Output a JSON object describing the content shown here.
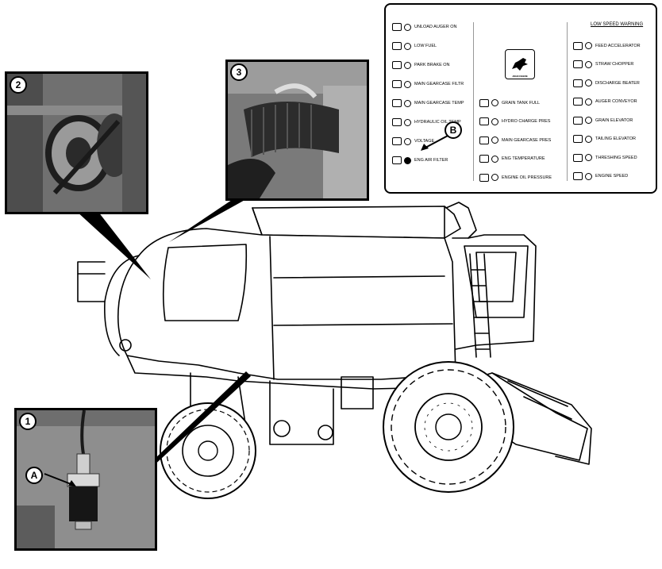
{
  "callouts": {
    "photo1": "1",
    "photo2": "2",
    "photo3": "3",
    "A": "A",
    "B": "B"
  },
  "panel": {
    "left_items": [
      {
        "label": "UNLOAD AUGER ON",
        "icon": "auger-icon",
        "lit": false
      },
      {
        "label": "LOW FUEL",
        "icon": "fuel-pump-icon",
        "lit": false
      },
      {
        "label": "PARK BRAKE ON",
        "icon": "park-brake-icon",
        "lit": false
      },
      {
        "label": "MAIN GEARCASE FILTR",
        "icon": "gearcase-filter-icon",
        "lit": false
      },
      {
        "label": "MAIN GEARCASE TEMP",
        "icon": "gearcase-temp-icon",
        "lit": false
      },
      {
        "label": "HYDRAULIC OIL TEMP",
        "icon": "hydraulic-temp-icon",
        "lit": false
      },
      {
        "label": "VOLTAGE",
        "icon": "battery-icon",
        "lit": false
      },
      {
        "label": "ENG AIR FILTER",
        "icon": "air-filter-icon",
        "lit": true
      }
    ],
    "middle_items": [
      {
        "label": "GRAIN TANK FULL",
        "icon": "grain-tank-icon"
      },
      {
        "label": "HYDRO CHARGE PRES",
        "icon": "hydro-charge-icon"
      },
      {
        "label": "MAIN GEARCASE PRES",
        "icon": "gearcase-pressure-icon"
      },
      {
        "label": "ENG TEMPERATURE",
        "icon": "engine-temp-icon"
      },
      {
        "label": "ENGINE OIL PRESSURE",
        "icon": "oil-can-icon"
      }
    ],
    "right_heading": "LOW SPEED WARNING",
    "right_items": [
      {
        "label": "FEED ACCELERATOR",
        "icon": "feed-accelerator-icon"
      },
      {
        "label": "STRAW CHOPPER",
        "icon": "straw-chopper-icon"
      },
      {
        "label": "DISCHARGE BEATER",
        "icon": "discharge-beater-icon"
      },
      {
        "label": "AUGER CONVEYOR",
        "icon": "auger-conveyor-icon"
      },
      {
        "label": "GRAIN ELEVATOR",
        "icon": "grain-elevator-icon"
      },
      {
        "label": "TAILING ELEVATOR",
        "icon": "tailing-elevator-icon"
      },
      {
        "label": "THRESHING SPEED",
        "icon": "threshing-icon"
      },
      {
        "label": "ENGINE SPEED",
        "icon": "engine-speed-icon"
      }
    ],
    "logo_text": "JOHN DEERE",
    "logo_icon": "deer-logo-icon"
  },
  "colors": {
    "line": "#000000",
    "photo_bg": "#5a5a5a",
    "lit_indicator": "#000000"
  }
}
